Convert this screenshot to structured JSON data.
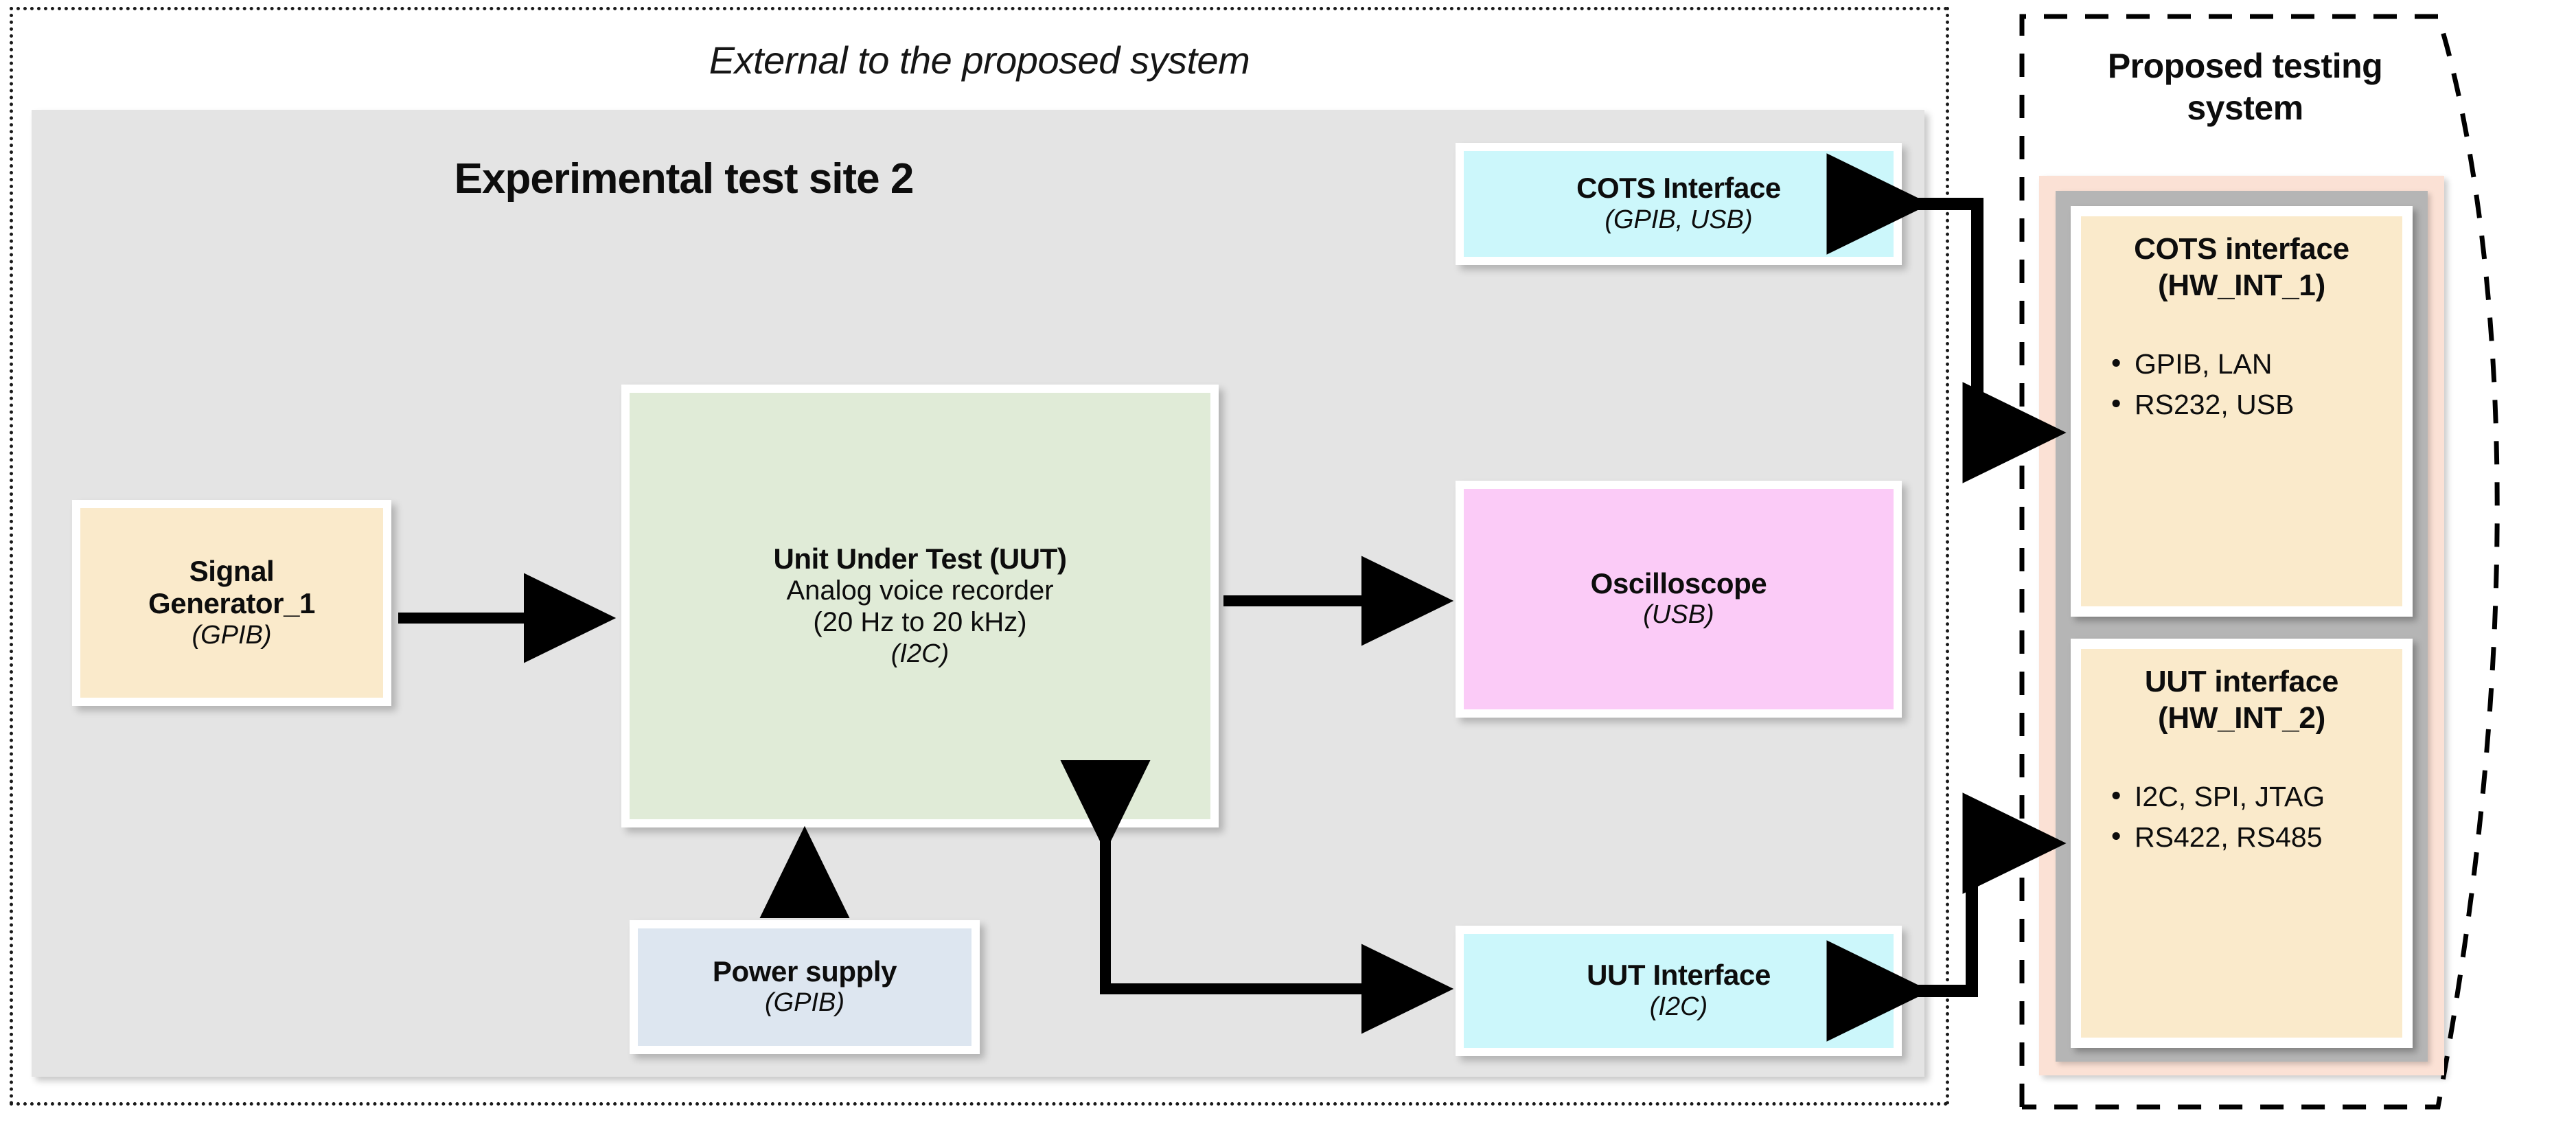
{
  "external": {
    "title": "External to the proposed system",
    "site_title": "Experimental test site 2"
  },
  "site_nodes": {
    "signal_generator": {
      "title_line1": "Signal",
      "title_line2": "Generator_1",
      "interface": "(GPIB)",
      "color": "#faeacb"
    },
    "uut": {
      "title": "Unit Under Test (UUT)",
      "desc_line1": "Analog voice recorder",
      "desc_line2": "(20 Hz to 20 kHz)",
      "interface": "(I2C)",
      "color": "#e0ebd7"
    },
    "power_supply": {
      "title": "Power supply",
      "interface": "(GPIB)",
      "color": "#dde6f0"
    },
    "cots_interface": {
      "title": "COTS Interface",
      "interface": "(GPIB, USB)",
      "color": "#ccf7fb"
    },
    "oscilloscope": {
      "title": "Oscilloscope",
      "interface": "(USB)",
      "color": "#fbcbf7"
    },
    "uut_interface": {
      "title": "UUT Interface",
      "interface": "(I2C)",
      "color": "#ccf7fb"
    }
  },
  "proposed": {
    "title_line1": "Proposed testing",
    "title_line2": "system",
    "hw_int_1": {
      "title_line1": "COTS  interface",
      "title_line2": "(HW_INT_1)",
      "bullets": [
        "GPIB, LAN",
        "RS232, USB"
      ],
      "color": "#faeacb"
    },
    "hw_int_2": {
      "title_line1": "UUT interface",
      "title_line2": "(HW_INT_2)",
      "bullets": [
        "I2C, SPI, JTAG",
        "RS422, RS485"
      ],
      "color": "#faeacb"
    },
    "frame_colors": {
      "outer_peach": "#fbe1d5",
      "mid_gray": "#b5b5b5",
      "inner_white": "#ffffff"
    }
  },
  "connections": [
    {
      "name": "signalgen-to-uut",
      "from": "Signal Generator_1",
      "to": "Unit Under Test (UUT)",
      "style": "single-arrow-right"
    },
    {
      "name": "uut-to-oscilloscope",
      "from": "Unit Under Test (UUT)",
      "to": "Oscilloscope",
      "style": "single-arrow-right"
    },
    {
      "name": "powersupply-to-uut",
      "from": "Power supply",
      "to": "Unit Under Test (UUT)",
      "style": "single-arrow-up"
    },
    {
      "name": "uut-to-uutinterface",
      "from": "Unit Under Test (UUT)",
      "to": "UUT Interface",
      "style": "elbow-double-arrow"
    },
    {
      "name": "cotsinterface-to-hwint1",
      "from": "COTS Interface",
      "to": "COTS  interface (HW_INT_1)",
      "style": "z-double-arrow"
    },
    {
      "name": "hwint2-to-uutinterface",
      "from": "UUT interface (HW_INT_2)",
      "to": "UUT Interface",
      "style": "z-double-arrow"
    }
  ],
  "palette": {
    "site_panel_gray": "#e4e4e4",
    "stroke_black": "#000000",
    "page_background": "#ffffff"
  }
}
